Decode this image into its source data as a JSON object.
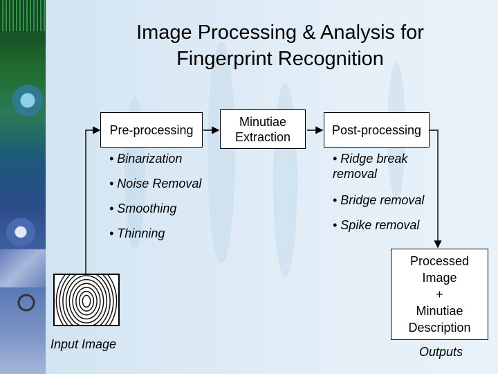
{
  "title": "Image Processing & Analysis for\nFingerprint Recognition",
  "boxes": {
    "preprocessing": "Pre-processing",
    "minutiae_extraction": "Minutiae\nExtraction",
    "postprocessing": "Post-processing",
    "processed": "Processed\nImage\n+\nMinutiae\nDescription"
  },
  "preprocessing_steps": [
    "• Binarization",
    "• Noise Removal",
    "• Smoothing",
    "• Thinning"
  ],
  "postprocessing_steps": [
    "• Ridge break\nremoval",
    "• Bridge removal",
    "• Spike removal"
  ],
  "captions": {
    "input": "Input Image",
    "outputs": "Outputs"
  }
}
